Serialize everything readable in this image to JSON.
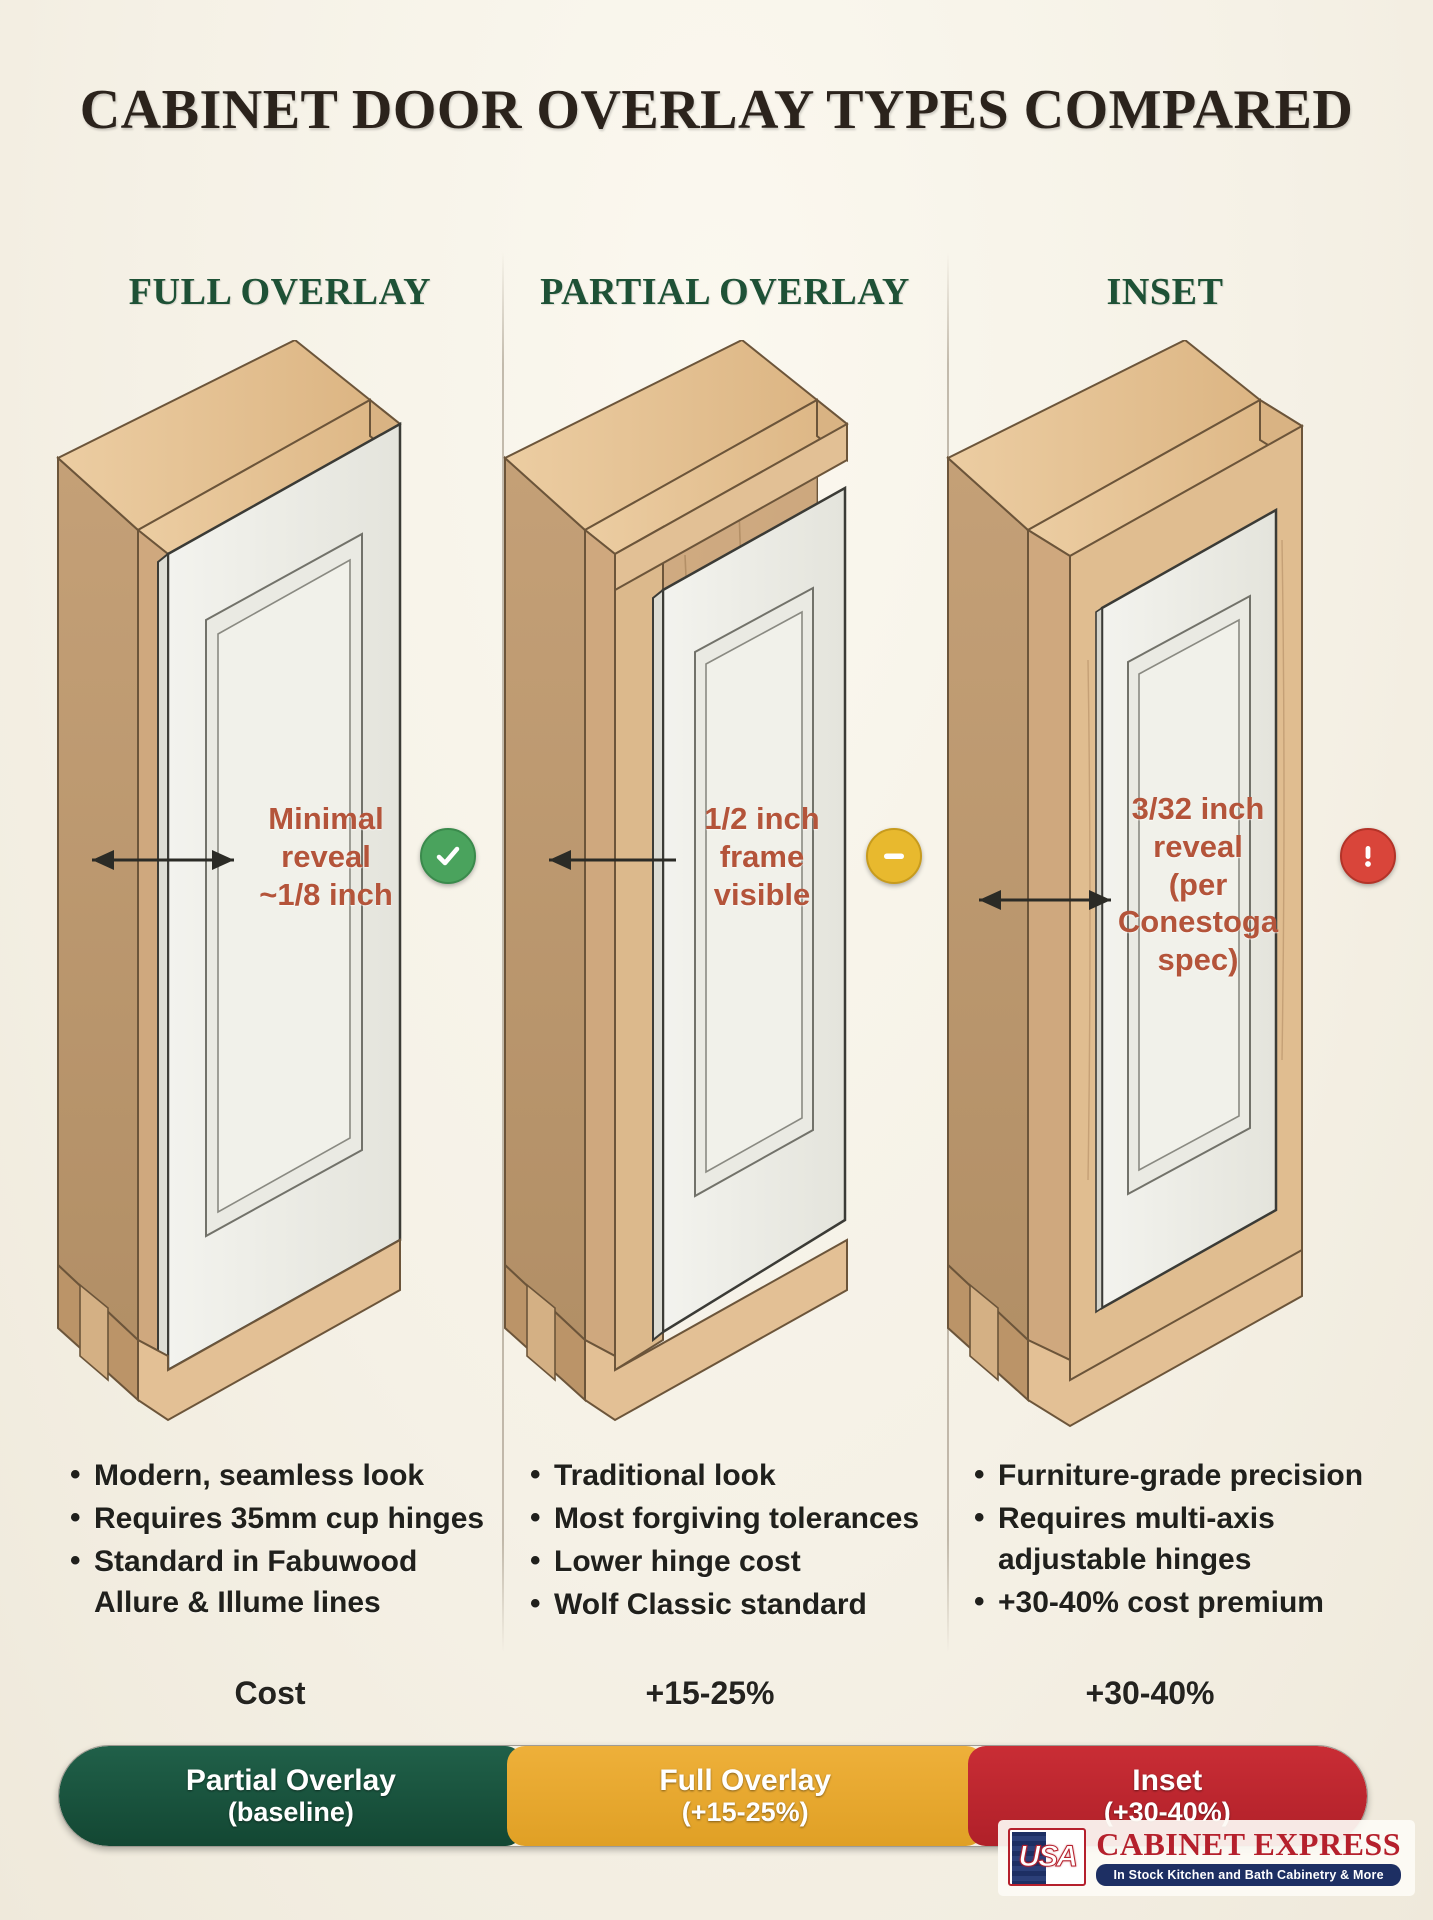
{
  "title": "CABINET DOOR OVERLAY TYPES COMPARED",
  "colors": {
    "background": "#f5f1e6",
    "heading_green": "#1e5136",
    "title_dark": "#2b231c",
    "callout_red": "#b4543a",
    "wood_light": "#e6c79a",
    "wood_mid": "#c9a57a",
    "wood_dark": "#b08f66",
    "door_white": "#efefe9",
    "badge_good_green": "#4aa35d",
    "badge_neutral_yellow": "#e8b92e",
    "badge_warning_red": "#d9453a",
    "cost_green": "#206049",
    "cost_amber": "#eeb03a",
    "cost_red": "#c92d35"
  },
  "columns": [
    {
      "heading": "FULL OVERLAY",
      "callout": "Minimal\nreveal\n~1/8 inch",
      "badge": {
        "icon": "check-icon",
        "glyph": "✓",
        "color": "#4aa35d",
        "meaning": "recommended"
      },
      "bullets": [
        "Modern, seamless look",
        "Requires 35mm cup hinges",
        "Standard in Fabuwood Allure & Illume lines"
      ],
      "cost_label": "Cost",
      "door_style": "full-overlay"
    },
    {
      "heading": "PARTIAL OVERLAY",
      "callout": "1/2 inch\nframe\nvisible",
      "badge": {
        "icon": "minus-icon",
        "glyph": "—",
        "color": "#e8b92e",
        "meaning": "neutral"
      },
      "bullets": [
        "Traditional look",
        "Most forgiving tolerances",
        "Lower hinge cost",
        "Wolf Classic standard"
      ],
      "cost_label": "+15-25%",
      "door_style": "partial-overlay"
    },
    {
      "heading": "INSET",
      "callout": "3/32 inch\nreveal\n(per\nConestoga\nspec)",
      "badge": {
        "icon": "exclamation-icon",
        "glyph": "!",
        "color": "#d9453a",
        "meaning": "caution"
      },
      "bullets": [
        "Furniture-grade precision",
        "Requires multi-axis adjustable hinges",
        "+30-40% cost premium"
      ],
      "cost_label": "+30-40%",
      "door_style": "inset"
    }
  ],
  "cost_bar": {
    "segments": [
      {
        "title": "Partial Overlay",
        "sub": "(baseline)",
        "color": "#206049",
        "width_pct": 36
      },
      {
        "title": "Full Overlay",
        "sub": "(+15-25%)",
        "color": "#eeb03a",
        "width_pct": 37
      },
      {
        "title": "Inset",
        "sub": "(+30-40%)",
        "color": "#c92d35",
        "width_pct": 31
      }
    ]
  },
  "logo": {
    "mark": "USA",
    "name": "CABINET EXPRESS",
    "tagline": "In Stock Kitchen and Bath Cabinetry & More"
  }
}
